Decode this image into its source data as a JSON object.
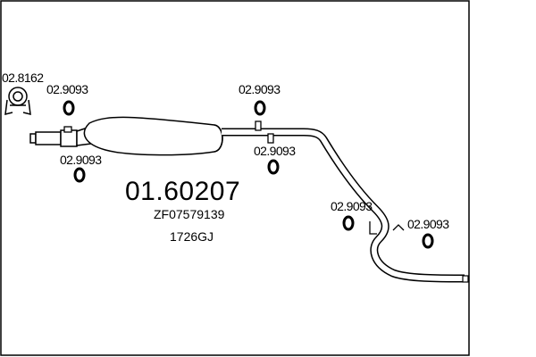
{
  "part_number": "01.60207",
  "cross_reference": "ZF07579139",
  "secondary_code": "1726GJ",
  "callouts": {
    "clamp_front": "02.8162",
    "mount_front_top": "02.9093",
    "mount_front_bottom": "02.9093",
    "mount_mid_top": "02.9093",
    "mount_mid_bottom": "02.9093",
    "mount_rear_left": "02.9093",
    "mount_rear_right": "02.9093"
  },
  "colors": {
    "line": "#000000",
    "background": "#ffffff"
  }
}
